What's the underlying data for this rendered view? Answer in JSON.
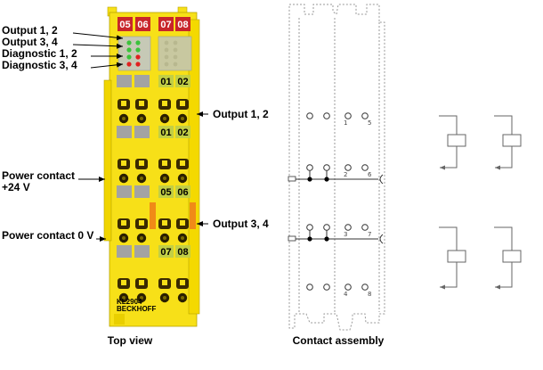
{
  "labels": {
    "output_12": "Output 1, 2",
    "output_34": "Output 3, 4",
    "diag_12": "Diagnostic 1, 2",
    "diag_34": "Diagnostic 3, 4",
    "output_12_right": "Output 1, 2",
    "power_24_line1": "Power contact",
    "power_24_line2": "+24 V",
    "output_34_right": "Output 3, 4",
    "power_0v": "Power contact 0 V",
    "top_view": "Top view",
    "contact_assembly": "Contact assembly"
  },
  "module": {
    "top_tags": [
      "05",
      "06",
      "07",
      "08"
    ],
    "row1_tags": [
      "01",
      "02"
    ],
    "row2_tags": [
      "01",
      "02"
    ],
    "row3_tags": [
      "05",
      "06"
    ],
    "row4_tags": [
      "07",
      "08"
    ],
    "model": "KL2904",
    "brand": "BECKHOFF"
  },
  "contacts": {
    "row1_numbers": [
      "1",
      "5"
    ],
    "row2_numbers": [
      "2",
      "6"
    ],
    "row3_numbers": [
      "3",
      "7"
    ],
    "row4_numbers": [
      "4",
      "8"
    ]
  },
  "colors": {
    "module_yellow": "#f7e018",
    "tag_green": "#c2cf45",
    "tag_red": "#c8262a",
    "led_green": "#3bc23b",
    "led_red": "#e02020",
    "orange_bar": "#f08a17",
    "gray_block": "#a3a3a3"
  }
}
